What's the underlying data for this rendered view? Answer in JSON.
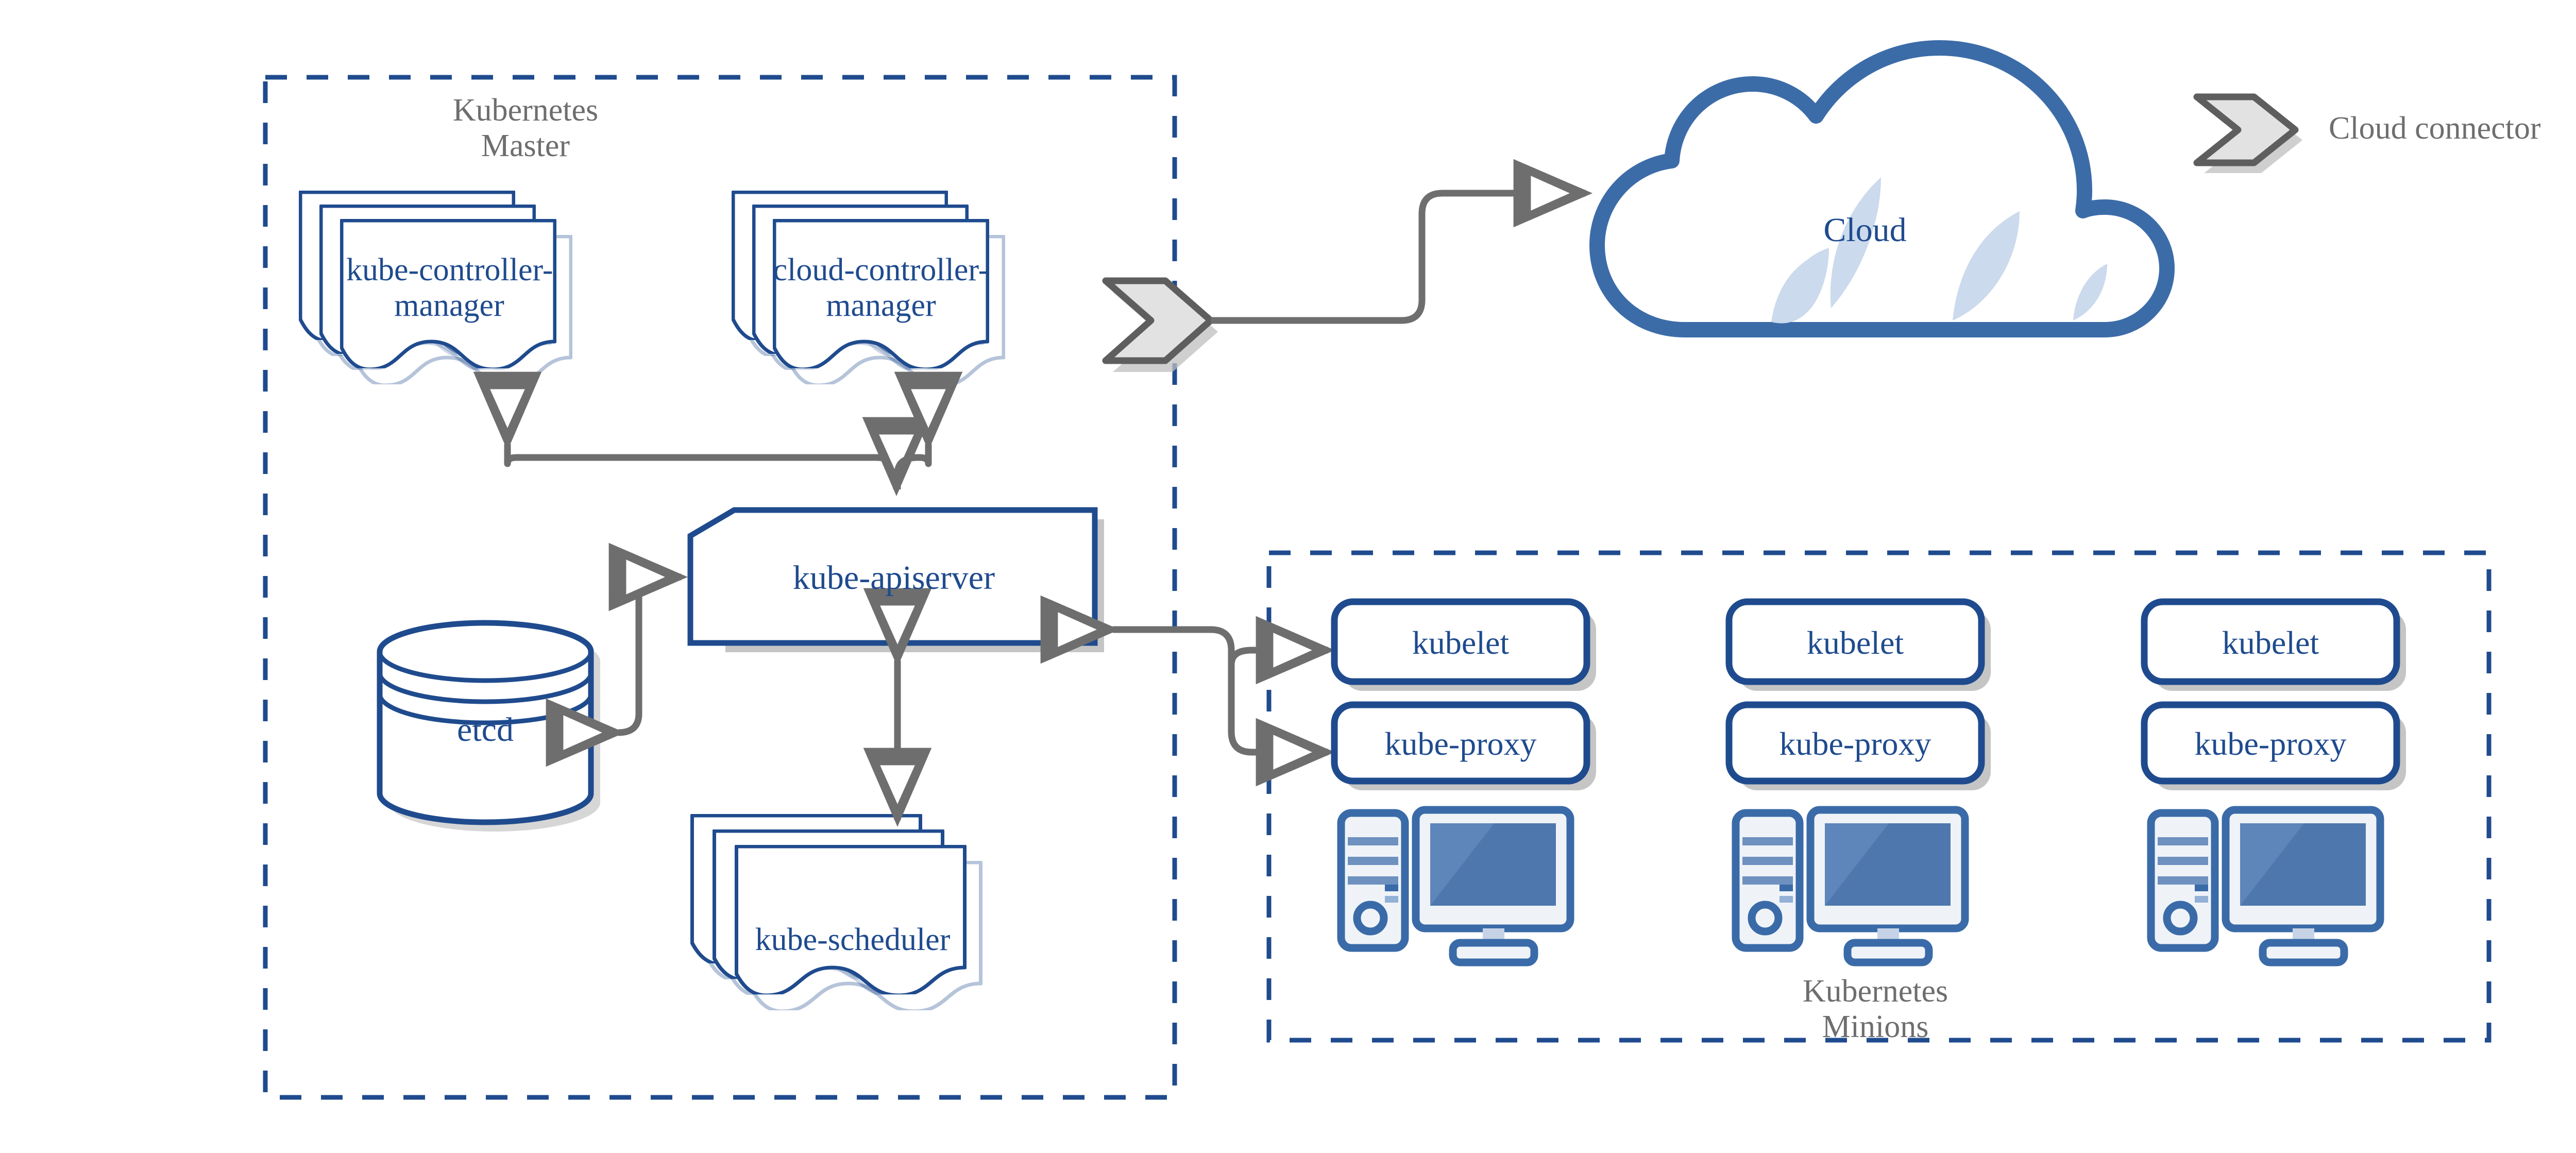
{
  "theme": {
    "blue_stroke": "#1F4B8E",
    "blue_text": "#1F4B8E",
    "gray_text": "#6E6E6E",
    "gray_arrow": "#6E6E6E",
    "shadow": "#BBBBBB",
    "cloud_stroke": "#3C6CA8",
    "cloud_highlight": "#CBDAEC",
    "connector_fill": "#E2E2E2",
    "connector_stroke": "#5E5E5E",
    "pc_border": "#3A6BA8",
    "pc_light": "#EFF3F8",
    "pc_screen": "#4E78AD",
    "pc_stripe": "#6E91C0",
    "background": "#FFFFFF"
  },
  "zones": {
    "master": {
      "label": "Kubernetes\nMaster"
    },
    "minions": {
      "label": "Kubernetes\nMinions"
    }
  },
  "legend": {
    "icon": "cloud-connector-chevron",
    "label": "Cloud connector"
  },
  "master_components": {
    "kube_controller_manager": "kube-controller-\nmanager",
    "cloud_controller_manager": "cloud-controller-\nmanager",
    "kube_apiserver": "kube-apiserver",
    "etcd": "etcd",
    "kube_scheduler": "kube-scheduler"
  },
  "cloud": {
    "label": "Cloud"
  },
  "nodes": [
    {
      "kubelet": "kubelet",
      "kube_proxy": "kube-proxy",
      "machine": "desktop-computer-icon"
    },
    {
      "kubelet": "kubelet",
      "kube_proxy": "kube-proxy",
      "machine": "desktop-computer-icon"
    },
    {
      "kubelet": "kubelet",
      "kube_proxy": "kube-proxy",
      "machine": "desktop-computer-icon"
    }
  ]
}
